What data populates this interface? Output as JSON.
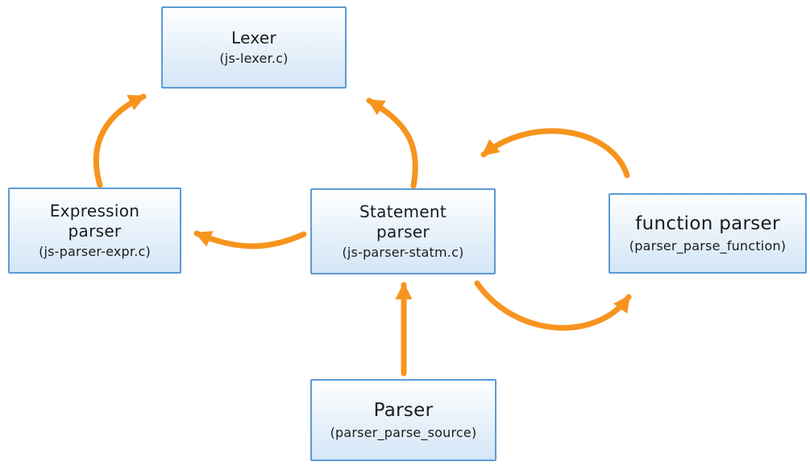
{
  "nodes": {
    "lexer": {
      "title": "Lexer",
      "subtitle": "(js-lexer.c)"
    },
    "expression_parser": {
      "title": "Expression\nparser",
      "subtitle": "(js-parser-expr.c)"
    },
    "statement_parser": {
      "title": "Statement\nparser",
      "subtitle": "(js-parser-statm.c)"
    },
    "function_parser": {
      "title": "function parser",
      "subtitle": "(parser_parse_function)"
    },
    "parser": {
      "title": "Parser",
      "subtitle": "(parser_parse_source)"
    }
  },
  "edges": [
    {
      "from": "expression_parser",
      "to": "lexer"
    },
    {
      "from": "statement_parser",
      "to": "lexer"
    },
    {
      "from": "statement_parser",
      "to": "expression_parser"
    },
    {
      "from": "parser",
      "to": "statement_parser"
    },
    {
      "from": "statement_parser",
      "to": "function_parser"
    },
    {
      "from": "function_parser",
      "to": "statement_parser"
    }
  ],
  "colors": {
    "arrow": "#f7941e",
    "box_border": "#5b9bd5",
    "box_fill_top": "#ffffff",
    "box_fill_bottom": "#d4e6f7",
    "text": "#1c1c1c"
  }
}
